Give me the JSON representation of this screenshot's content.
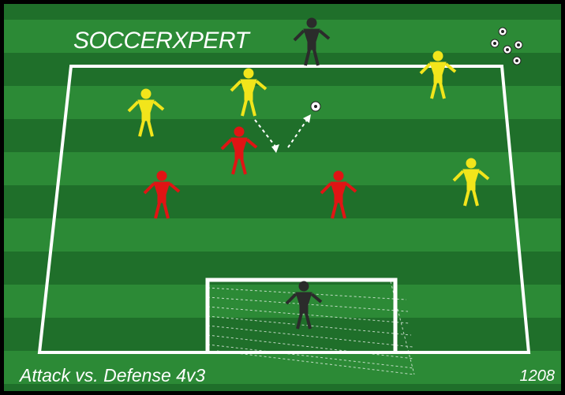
{
  "brand": {
    "name": "SOCCERXPERT"
  },
  "caption": {
    "title": "Attack vs. Defense 4v3",
    "drill_id": "1208"
  },
  "colors": {
    "pitch_dark": "#1f6f2a",
    "pitch_light": "#2c8a36",
    "lines": "#ffffff",
    "attackers": "#f2e51b",
    "defenders": "#e01414",
    "keepers": "#2b2b2b"
  },
  "teams": {
    "attackers": {
      "count": 4
    },
    "defenders": {
      "count": 3
    },
    "goalkeepers": {
      "count": 2
    }
  },
  "equipment": {
    "ball_supply_count": 5
  },
  "icons": [
    "ball-icon",
    "pass-arrow-icon",
    "goal-icon"
  ]
}
